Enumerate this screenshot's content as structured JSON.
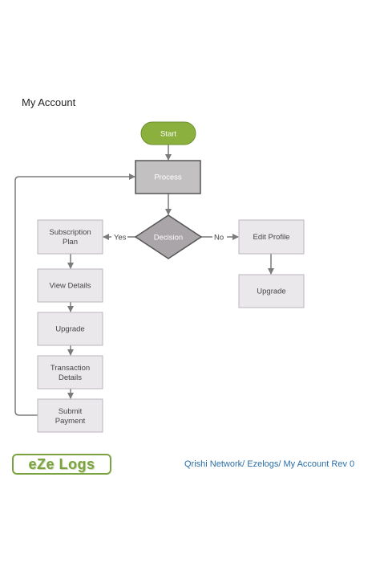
{
  "page_title": "My Account",
  "flow": {
    "start": "Start",
    "process": "Process",
    "decision": "Decision",
    "yes_label": "Yes",
    "no_label": "No",
    "left_steps": [
      [
        "Subscription",
        "Plan"
      ],
      [
        "View Details"
      ],
      [
        "Upgrade"
      ],
      [
        "Transaction",
        "Details"
      ],
      [
        "Submit",
        "Payment"
      ]
    ],
    "right_steps": [
      [
        "Edit Profile"
      ],
      [
        "Upgrade"
      ]
    ]
  },
  "colors": {
    "start_fill": "#8bb03d",
    "process_fill": "#c3c0c2",
    "decision_fill": "#a9a5a8",
    "box_fill": "#ebe8ec",
    "box_stroke": "#b9b5bc",
    "connector": "#7b7b7b"
  },
  "footer": {
    "logo_text": "eZe Logs",
    "link_text": "Qrishi Network/ Ezelogs/ My Account Rev 0"
  }
}
